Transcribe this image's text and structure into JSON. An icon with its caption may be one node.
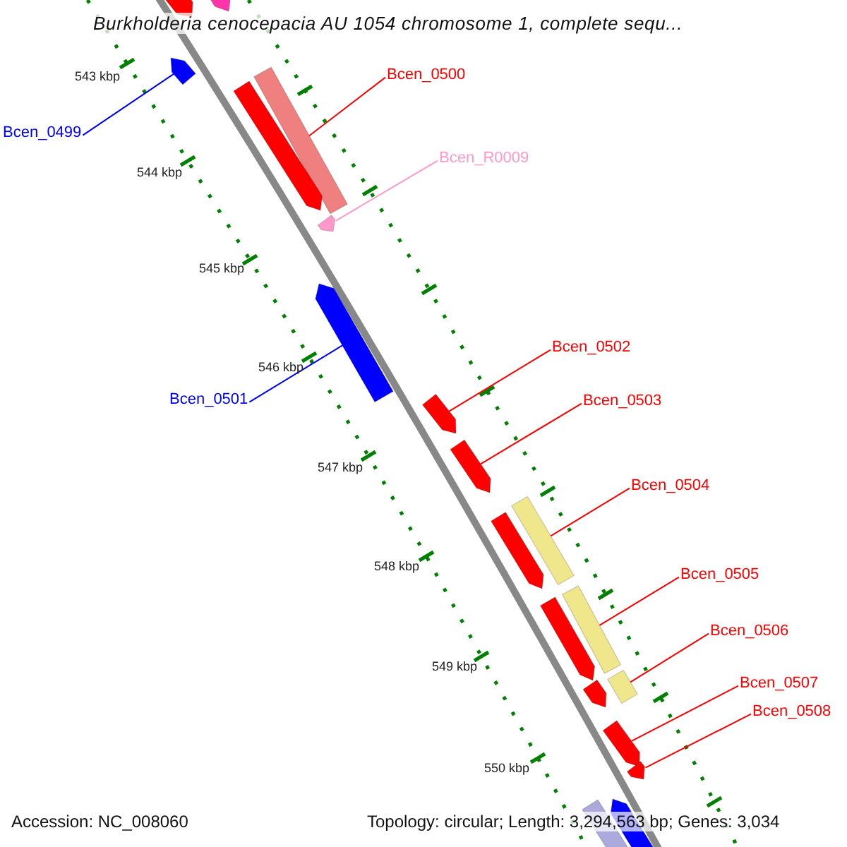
{
  "diagram": {
    "title": "Burkholderia cenocepacia AU 1054 chromosome 1, complete sequ...",
    "nodes": [
      {
        "text": [
          "Bcen_0499"
        ]
      },
      {
        "text": [
          "Bcen_0500"
        ]
      },
      {
        "text": [
          "Bcen_R0009"
        ]
      },
      {
        "text": [
          "Bcen_0501"
        ]
      },
      {
        "text": [
          "Bcen_0502"
        ]
      },
      {
        "text": [
          "Bcen_0503"
        ]
      },
      {
        "text": [
          "Bcen_0504"
        ]
      },
      {
        "text": [
          "Bcen_0505"
        ]
      },
      {
        "text": [
          "Bcen_0506"
        ]
      },
      {
        "text": [
          "Bcen_0507"
        ]
      },
      {
        "text": [
          "Bcen_0508"
        ]
      },
      {
        "text": [],
        "shape": "bar"
      },
      {
        "text": [],
        "shape": "bar"
      },
      {
        "text": [],
        "shape": "bar"
      },
      {
        "text": [],
        "shape": "bar"
      },
      {
        "text": [],
        "shape": "bar"
      },
      {
        "text": [],
        "shape": "bar"
      },
      {
        "text": [],
        "shape": "bar"
      },
      {
        "text": [],
        "shape": "bar"
      },
      {
        "text": [],
        "shape": "bar"
      },
      {
        "text": [],
        "shape": "bar"
      },
      {
        "text": [],
        "shape": "bar"
      },
      {
        "text": [],
        "shape": "bar"
      },
      {
        "text": [],
        "shape": "bar"
      },
      {
        "text": [],
        "shape": "bar"
      },
      {
        "text": [],
        "shape": "bar"
      },
      {
        "text": [],
        "shape": "bar"
      },
      {
        "text": [],
        "shape": "bar"
      },
      {
        "text": [],
        "shape": "bar"
      },
      {
        "text": [],
        "shape": "bar"
      }
    ],
    "edges": [
      {
        "from": 0,
        "to": 13,
        "arrow": "none",
        "color": "#0000ff"
      },
      {
        "from": 1,
        "to": 14,
        "arrow": "none"
      },
      {
        "from": 2,
        "to": 16,
        "arrow": "none",
        "color": "#ff99cc"
      },
      {
        "from": 3,
        "to": 17,
        "arrow": "none",
        "color": "#0000ff"
      },
      {
        "from": 4,
        "to": 18,
        "arrow": "none"
      },
      {
        "from": 5,
        "to": 19,
        "arrow": "none"
      },
      {
        "from": 6,
        "to": 20,
        "arrow": "none"
      },
      {
        "from": 7,
        "to": 22,
        "arrow": "none"
      },
      {
        "from": 8,
        "to": 24,
        "arrow": "none"
      },
      {
        "from": 9,
        "to": 26,
        "arrow": "none"
      },
      {
        "from": 10,
        "to": 27,
        "arrow": "none"
      }
    ],
    "labels": [
      "543 kbp",
      "544 kbp",
      "545 kbp",
      "546 kbp",
      "547 kbp",
      "548 kbp",
      "549 kbp",
      "550 kbp",
      "Accession: NC_008060",
      "Topology: circular; Length: 3,294,563 bp; Genes: 3,034"
    ]
  }
}
